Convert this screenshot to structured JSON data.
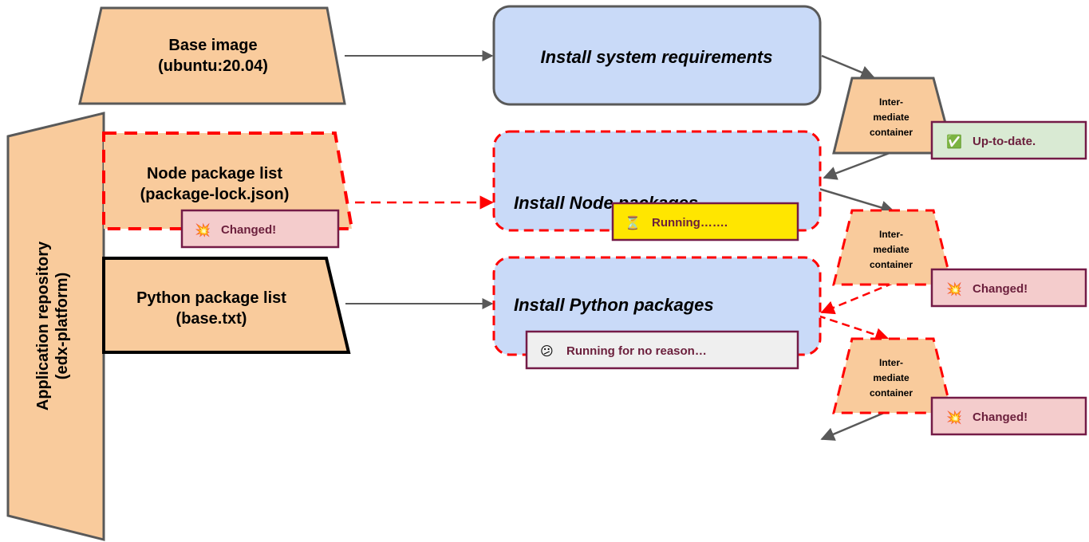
{
  "sources": {
    "base_image": [
      "Base image",
      "(ubuntu:20.04)"
    ],
    "node_list": [
      "Node package list",
      "(package-lock.json)"
    ],
    "python_list": [
      "Python package list",
      "(base.txt)"
    ],
    "repo": [
      "Application repository",
      "(edx-platform)"
    ]
  },
  "steps": {
    "system": "Install system requirements",
    "node": "Install Node packages",
    "python": "Install Python packages"
  },
  "containers": {
    "c1": [
      "Inter-",
      "mediate",
      "container"
    ],
    "c2": [
      "Inter-",
      "mediate",
      "container"
    ],
    "c3": [
      "Inter-",
      "mediate",
      "container"
    ]
  },
  "badges": {
    "c1_status": {
      "icon": "✅",
      "text": "Up-to-date."
    },
    "node_changed": {
      "icon": "💥",
      "text": "Changed!"
    },
    "node_running": {
      "icon": "⏳",
      "text": "Running……."
    },
    "c2_status": {
      "icon": "💥",
      "text": "Changed!"
    },
    "python_running": {
      "icon": "😕",
      "text": "Running for no reason…"
    },
    "c3_status": {
      "icon": "💥",
      "text": "Changed!"
    }
  },
  "colors": {
    "source_fill": "#f9cb9c",
    "step_fill": "#c9daf8",
    "changed_border": "#ff0000",
    "badge_border": "#741b47",
    "changed_badge_fill": "#f4cccc",
    "uptodate_badge_fill": "#d9ead3",
    "running_badge_fill": "#ffe600",
    "neutral_badge_fill": "#efefef",
    "arrow": "#595959"
  }
}
